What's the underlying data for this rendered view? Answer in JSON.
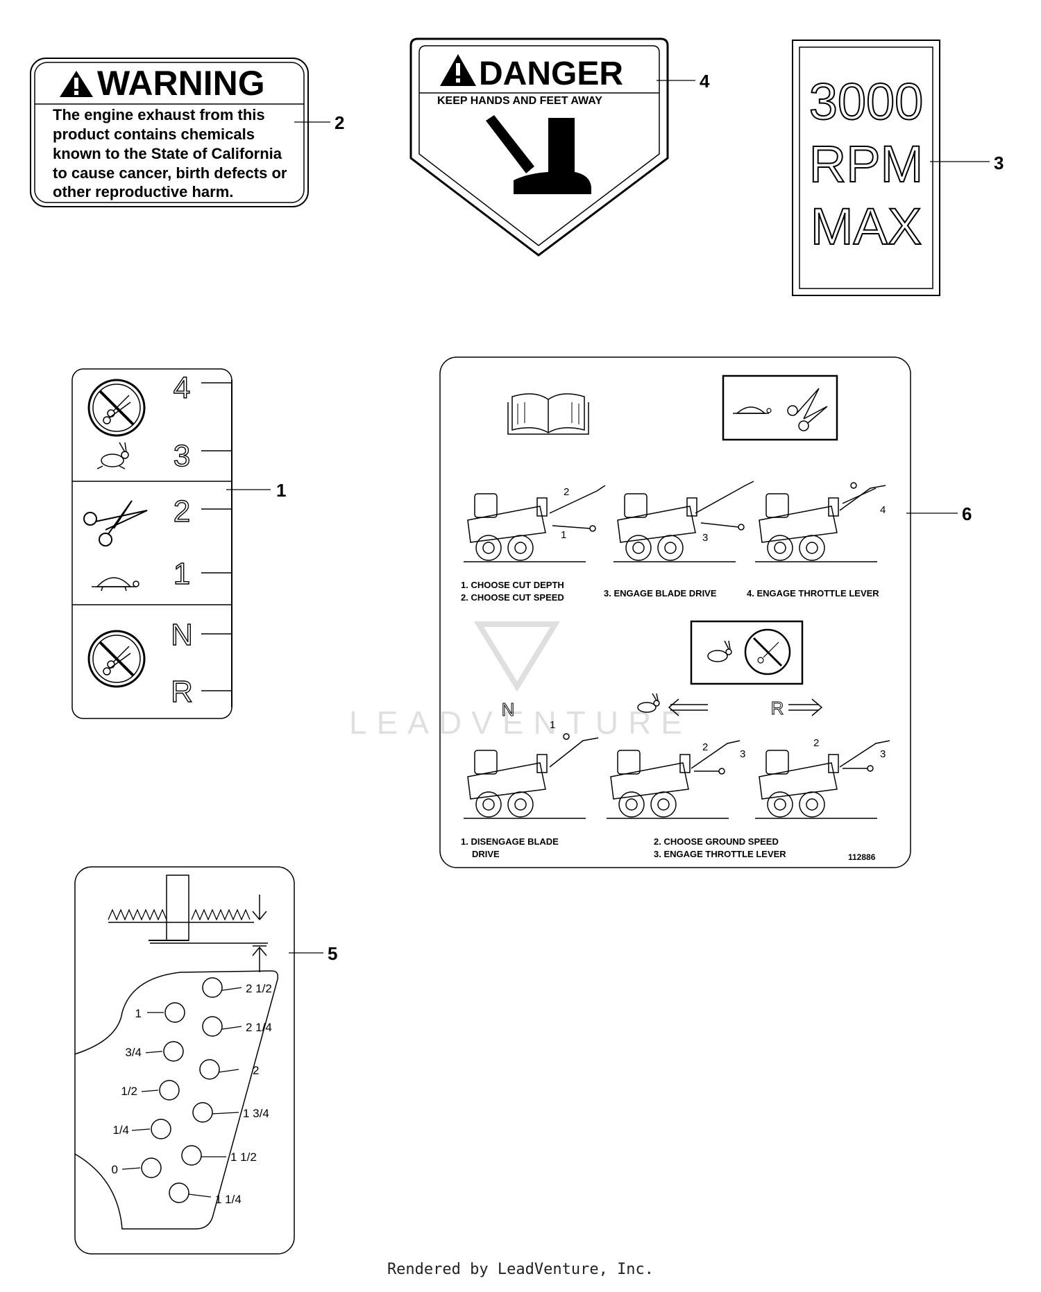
{
  "labels": {
    "warning": {
      "title": "WARNING",
      "lines": [
        "The engine exhaust from this",
        "product contains chemicals",
        "known to the State of California",
        "to cause cancer, birth defects or",
        "other reproductive harm."
      ]
    },
    "danger": {
      "title": "DANGER",
      "subtitle": "KEEP HANDS AND FEET AWAY"
    },
    "rpm": {
      "lines": [
        "3000",
        "RPM",
        "MAX"
      ]
    },
    "speed_selector": {
      "positions": [
        "4",
        "3",
        "2",
        "1",
        "N",
        "R"
      ]
    },
    "depth_gauge": {
      "left_values": [
        "1",
        "3/4",
        "1/2",
        "1/4",
        "0"
      ],
      "right_values": [
        "2 1/2",
        "2 1/4",
        "2",
        "1 3/4",
        "1 1/2",
        "1 1/4"
      ]
    },
    "instructions": {
      "step1": "1. CHOOSE CUT DEPTH",
      "step2": "2. CHOOSE CUT SPEED",
      "step3": "3. ENGAGE BLADE DRIVE",
      "step4": "4. ENGAGE THROTTLE LEVER",
      "gear_n": "N",
      "gear_r": "R",
      "fig_n1": "1",
      "fig_r2": "2",
      "fig_r3": "3",
      "fig_f2": "2",
      "fig_f3": "3",
      "fig_a1": "1",
      "fig_a2": "2",
      "fig_b3": "3",
      "fig_c4": "4",
      "bottom1_line1": "1. DISENGAGE BLADE",
      "bottom1_line2": "DRIVE",
      "bottom2_line1": "2. CHOOSE GROUND SPEED",
      "bottom2_line2": "3. ENGAGE THROTTLE LEVER",
      "part_code": "112886"
    }
  },
  "callouts": [
    "1",
    "2",
    "3",
    "4",
    "5",
    "6"
  ],
  "watermark": "LEADVENTURE",
  "footer": "Rendered by LeadVenture, Inc."
}
